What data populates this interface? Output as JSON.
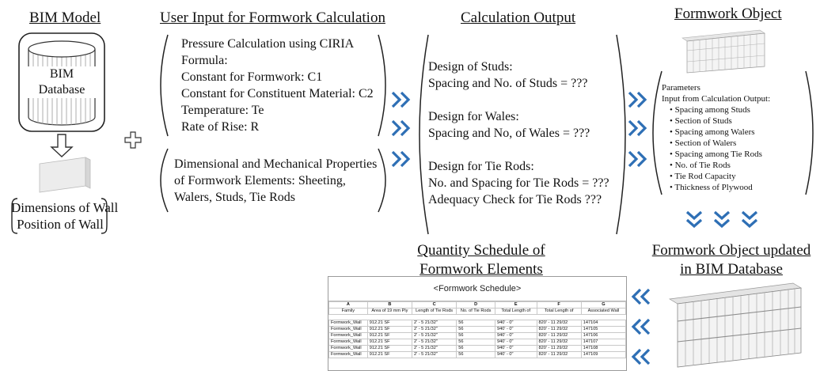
{
  "sections": {
    "bim_model": "BIM Model",
    "user_input": "User Input for Formwork Calculation",
    "calc_output": "Calculation Output",
    "formwork_object": "Formwork Object",
    "quantity_schedule_l1": "Quantity Schedule of",
    "quantity_schedule_l2": "Formwork Elements",
    "updated_l1": "Formwork Object updated",
    "updated_l2": "in BIM Database"
  },
  "bim_database": {
    "line1": "BIM",
    "line2": "Database"
  },
  "wall_info": {
    "line1": "Dimensions of Wall",
    "line2": "Position of Wall"
  },
  "user_input_1": [
    "Pressure Calculation using CIRIA",
    "Formula:",
    "Constant for Formwork: C1",
    "Constant for Constituent Material: C2",
    "Temperature: Te",
    "Rate of Rise: R"
  ],
  "user_input_2": [
    "Dimensional and Mechanical Properties",
    "of Formwork Elements: Sheeting,",
    "Walers, Studs, Tie Rods"
  ],
  "calc_output": [
    "Design of Studs:",
    "Spacing and No. of Studs = ???",
    "",
    "Design for Wales:",
    "Spacing and No, of Wales = ???",
    "",
    "Design for Tie Rods:",
    "No. and Spacing for Tie Rods = ???",
    "Adequacy Check for Tie Rods ???"
  ],
  "parameters": {
    "heading1": "Parameters",
    "heading2": "Input from Calculation Output:",
    "items": [
      "Spacing among Studs",
      "Section of Studs",
      "Spacing among Walers",
      "Section of Walers",
      "Spacing among Tie Rods",
      "No. of Tie Rods",
      "Tie Rod Capacity",
      "Thickness of Plywood"
    ]
  },
  "schedule": {
    "title": "<Formwork Schedule>",
    "letters": [
      "A",
      "B",
      "C",
      "D",
      "E",
      "F",
      "G"
    ],
    "headers": [
      "Family",
      "Area of 19 mm Ply",
      "Length of Tie Rods",
      "No. of Tie Rods",
      "Total Length of",
      "Total Length of",
      "Associated Wall"
    ],
    "rows": [
      [
        "Formwork_Wall",
        "912.21 SF",
        "2' - 5 21/32\"",
        "56",
        "940' - 0\"",
        "820' - 11 29/32",
        "147104"
      ],
      [
        "Formwork_Wall",
        "912.21 SF",
        "2' - 5 21/32\"",
        "56",
        "940' - 0\"",
        "820' - 11 29/32",
        "147105"
      ],
      [
        "Formwork_Wall",
        "912.21 SF",
        "2' - 5 21/32\"",
        "56",
        "940' - 0\"",
        "820' - 11 29/32",
        "147106"
      ],
      [
        "Formwork_Wall",
        "912.21 SF",
        "2' - 5 21/32\"",
        "56",
        "940' - 0\"",
        "820' - 11 29/32",
        "147107"
      ],
      [
        "Formwork_Wall",
        "912.21 SF",
        "2' - 5 21/32\"",
        "56",
        "940' - 0\"",
        "820' - 11 29/32",
        "147108"
      ],
      [
        "Formwork_Wall",
        "912.21 SF",
        "2' - 5 21/32\"",
        "56",
        "940' - 0\"",
        "820' - 11 29/32",
        "147109"
      ]
    ]
  },
  "colors": {
    "arrow": "#2e6fb5",
    "outline": "#222222"
  }
}
